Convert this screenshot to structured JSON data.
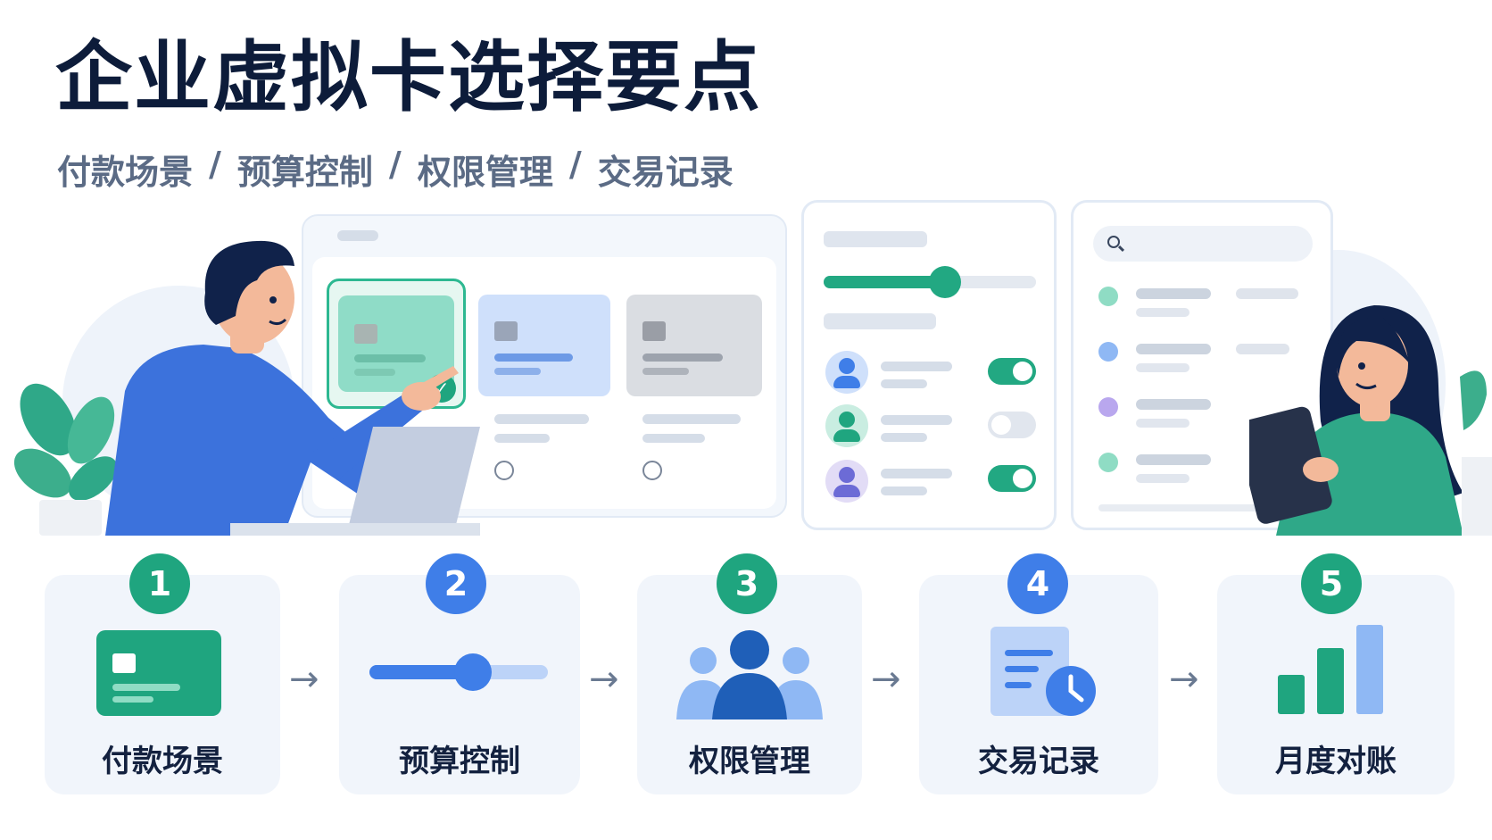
{
  "header": {
    "title": "企业虚拟卡选择要点",
    "subtitle_parts": [
      "付款场景",
      "预算控制",
      "权限管理",
      "交易记录"
    ],
    "separator": "/"
  },
  "steps": [
    {
      "num": "1",
      "label": "付款场景",
      "color": "#1fa57f",
      "icon": "credit-card-icon"
    },
    {
      "num": "2",
      "label": "预算控制",
      "color": "#3f7ee8",
      "icon": "slider-icon"
    },
    {
      "num": "3",
      "label": "权限管理",
      "color": "#1fa57f",
      "icon": "users-icon"
    },
    {
      "num": "4",
      "label": "交易记录",
      "color": "#3f7ee8",
      "icon": "document-clock-icon"
    },
    {
      "num": "5",
      "label": "月度对账",
      "color": "#1fa57f",
      "icon": "bar-chart-icon"
    }
  ],
  "arrow": "→",
  "colors": {
    "green": "#1fa57f",
    "blue": "#3f7ee8",
    "navy": "#0d1c3a"
  }
}
